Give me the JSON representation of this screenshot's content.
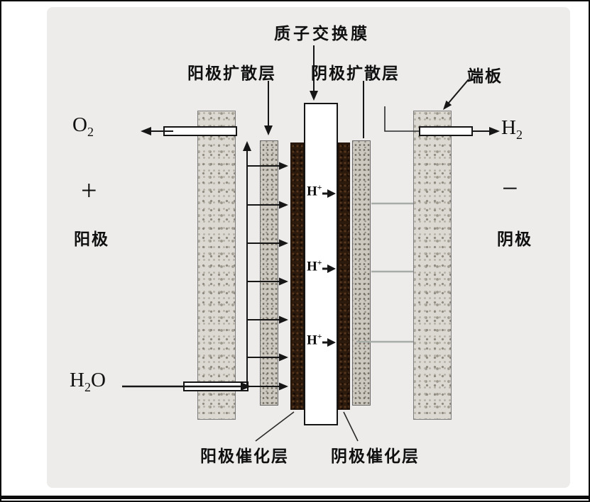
{
  "figure": {
    "labels": {
      "membrane": "质子交换膜",
      "anode_diffusion_layer": "阳极扩散层",
      "cathode_diffusion_layer": "阴极扩散层",
      "end_plate": "端板",
      "anode_catalyst_layer": "阳极催化层",
      "cathode_catalyst_layer": "阴极催化层",
      "anode": "阳极",
      "cathode": "阴极",
      "plus_sign": "+",
      "minus_sign": "−"
    },
    "species": {
      "oxygen": {
        "base": "O",
        "sub": "2"
      },
      "hydrogen": {
        "base": "H",
        "sub": "2"
      },
      "water": {
        "h": "H",
        "sub": "2",
        "o": "O"
      },
      "proton": {
        "base": "H",
        "sup": "+"
      }
    },
    "colors": {
      "panel_bg": "#edecea",
      "plate_fill": "#dcd9d2",
      "diffusion_fill": "#ccc8bf",
      "catalyst_fill": "#2c1a0d",
      "membrane_fill": "#ffffff",
      "line": "#161616"
    }
  }
}
